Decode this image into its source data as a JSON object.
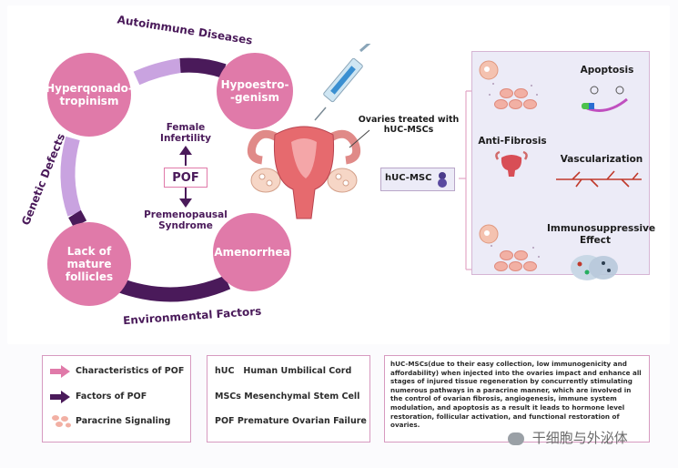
{
  "diagram": {
    "arcs": {
      "top": "Autoimmune Diseases",
      "left": "Genetic Defects",
      "bottom": "Environmental Factors"
    },
    "nodes": {
      "top_left": "Hyperqonado-\ntropinism",
      "top_right": "Hypoestro-\n-genism",
      "bottom_left": "Lack of\nmature\nfollicles",
      "bottom_right": "Amenorrhea"
    },
    "center": {
      "top": "Female\nInfertility",
      "middle": "POF",
      "bottom": "Premenopausal\nSyndrome"
    },
    "ovaries_label": "Ovaries treated with\nhUC-MSCs",
    "huc_msc_label": "hUC-MSC",
    "effects": {
      "apoptosis": "Apoptosis",
      "anti_fibrosis": "Anti-Fibrosis",
      "vascularization": "Vascularization",
      "immuno": "Immunosuppressive\nEffect"
    }
  },
  "legend": {
    "items": [
      {
        "label": "Characteristics of POF",
        "icon": "pink-arrow-icon",
        "color": "#e07aa9"
      },
      {
        "label": "Factors of POF",
        "icon": "dark-purple-arrow-icon",
        "color": "#4a1a5a"
      },
      {
        "label": "Paracrine Signaling",
        "icon": "cells-icon",
        "color": "#f2b0a4"
      }
    ]
  },
  "abbreviations": [
    {
      "abbr": "hUC",
      "full": "Human Umbilical Cord"
    },
    {
      "abbr": "MSCs",
      "full": "Mesenchymal Stem Cell"
    },
    {
      "abbr": "POF",
      "full": "Premature Ovarian Failure"
    }
  ],
  "description": "hUC-MSCs(due to their easy collection, low immunogenicity and affordability) when injected into the ovaries impact and enhance all stages of injured tissue regeneration by concurrently stimulating numerous pathways in a paracrine manner, which are involved in the control of ovarian fibrosis, angiogenesis, immune system modulation, and apoptosis as a result it leads to hormone level restoration, follicular activation, and functional restoration of ovaries.",
  "watermark": "干细胞与外泌体",
  "colors": {
    "pink": "#e07aa9",
    "light_purple": "#c9a3e0",
    "dark_purple": "#4a1a5a",
    "border": "#d79ac0"
  }
}
